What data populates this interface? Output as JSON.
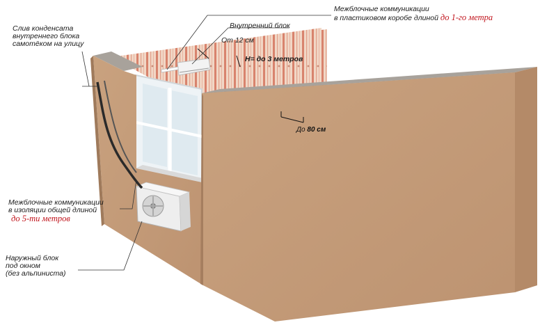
{
  "labels": {
    "drain": [
      "Слив конденсата",
      "внутреннего блока",
      "самотёком на улицу"
    ],
    "pipes_box": [
      "Межблочные коммуникации",
      "в пластиковом коробе длиной"
    ],
    "pipes_box_len": "до 1-го метра",
    "indoor_unit": "Внутренний блок",
    "gap": "От 12 см",
    "height": "H= до 3 метров",
    "depth_prefix": "До",
    "depth_value": "80 см",
    "pipes_insul": [
      "Межблочные коммуникации",
      "в изоляции общей длиной"
    ],
    "pipes_insul_len": "до 5-ти метров",
    "outdoor_unit": [
      "Наружный блок",
      "под окном",
      "(без альпиниста)"
    ]
  },
  "colors": {
    "wall_front": "#c49b78",
    "wall_side": "#b48a68",
    "wall_top": "#a8a29b",
    "wallpaper": "#f1d7c6",
    "wallpaper_stripe": "#d8836d",
    "accent_red": "#c0141c"
  }
}
